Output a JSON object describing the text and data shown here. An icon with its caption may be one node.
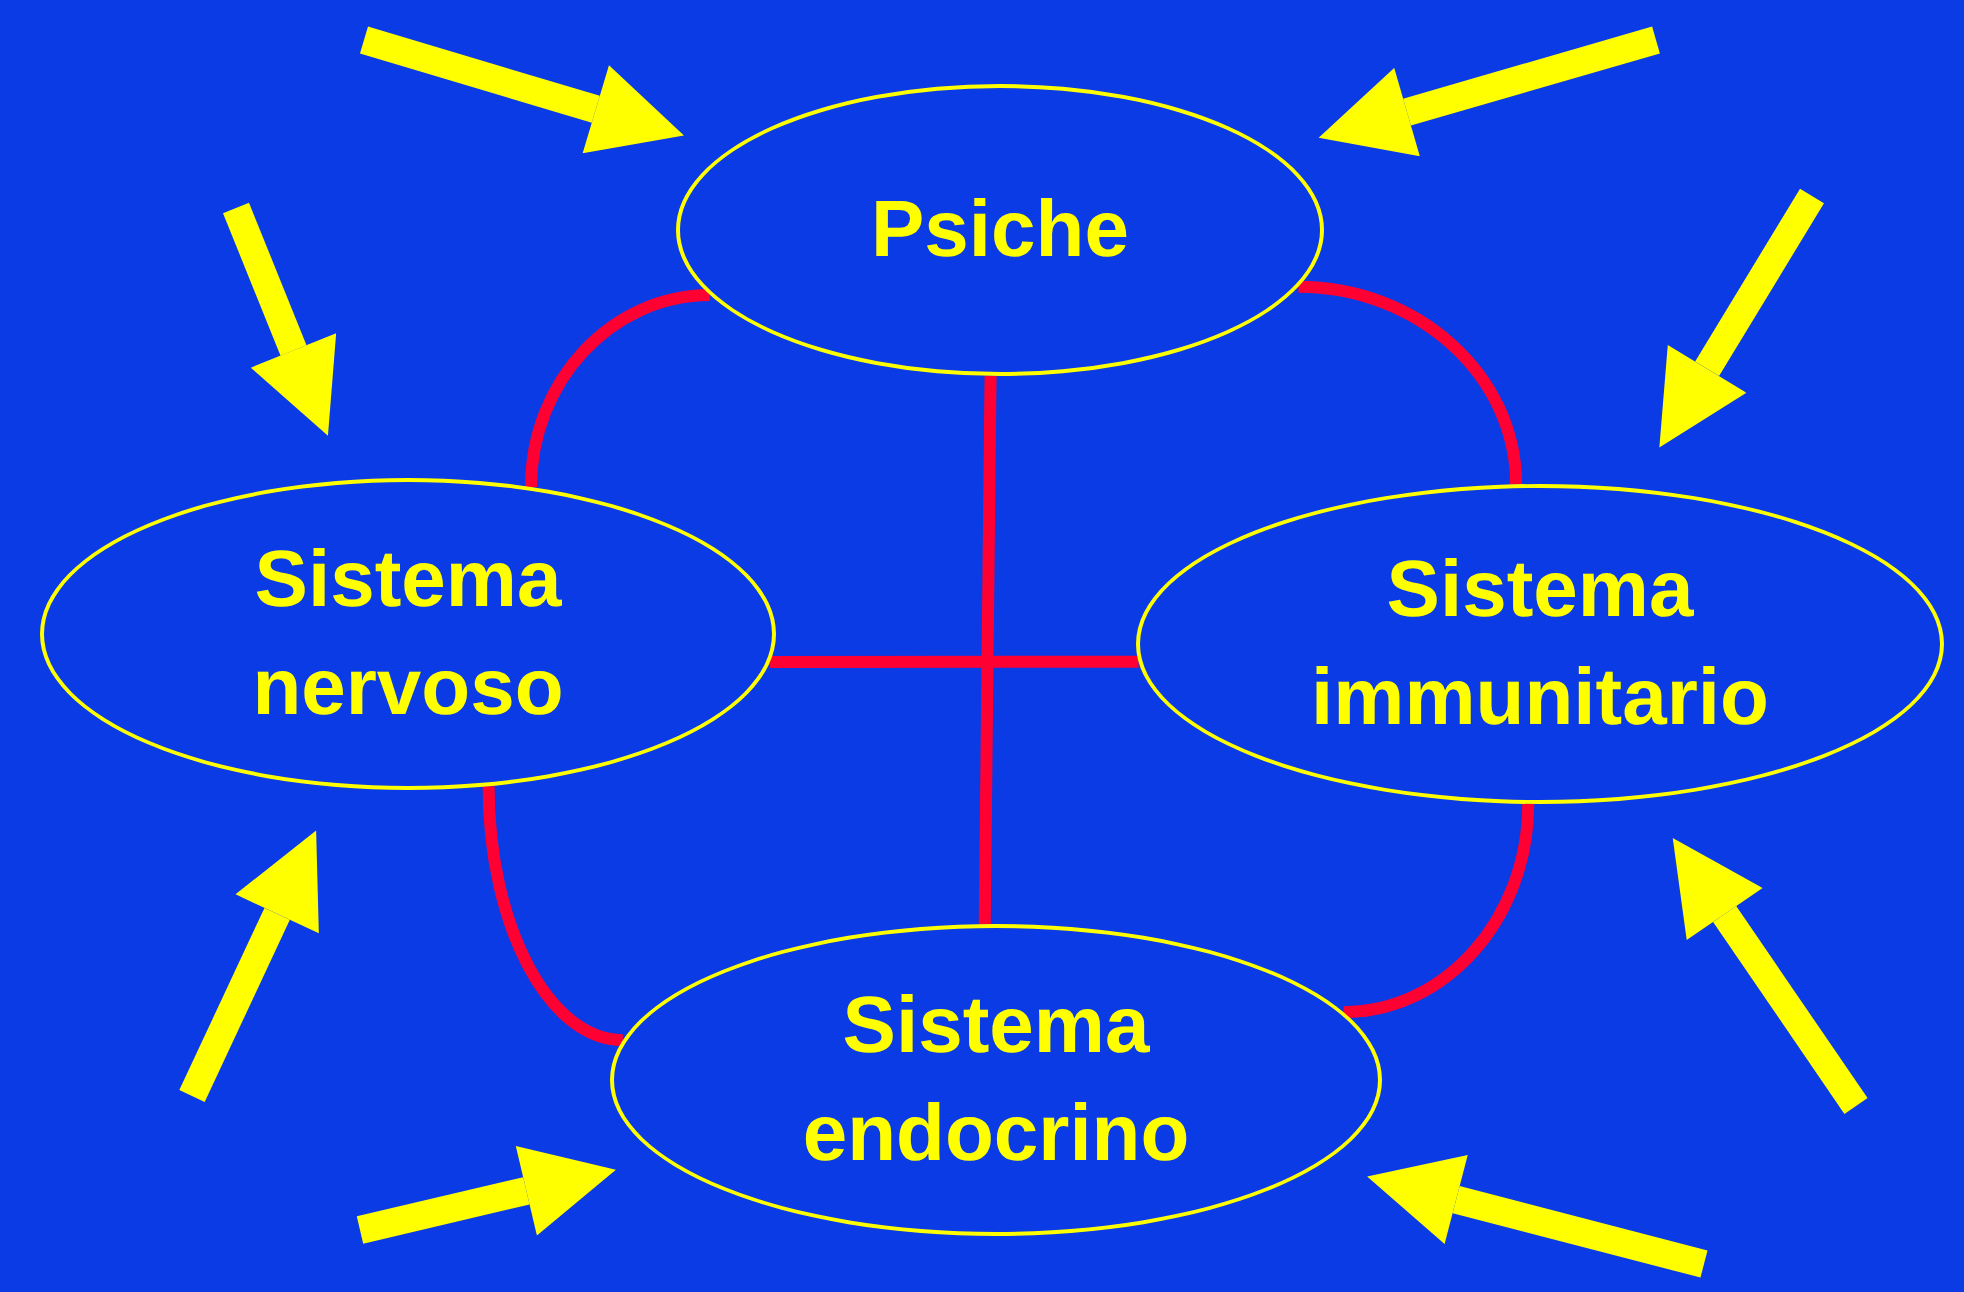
{
  "diagram": {
    "nodes": [
      {
        "text": [
          "Psiche"
        ]
      },
      {
        "text": [
          "Sistema nervoso"
        ]
      },
      {
        "text": [
          "Sistema immunitario"
        ]
      },
      {
        "text": [
          "Sistema endocrino"
        ]
      }
    ],
    "edges": [
      {
        "from": 0,
        "to": 1,
        "arrow": "none",
        "color": "#ff0033"
      },
      {
        "from": 0,
        "to": 2,
        "arrow": "none",
        "color": "#ff0033"
      },
      {
        "from": 1,
        "to": 3,
        "arrow": "none",
        "color": "#ff0033"
      },
      {
        "from": 2,
        "to": 3,
        "arrow": "none",
        "color": "#ff0033"
      },
      {
        "from": 0,
        "to": 3,
        "arrow": "none",
        "color": "#ff0033"
      },
      {
        "from": 1,
        "to": 2,
        "arrow": "none",
        "color": "#ff0033"
      },
      {
        "from": null,
        "to": 0,
        "arrow": "to"
      },
      {
        "from": null,
        "to": 1,
        "arrow": "to"
      },
      {
        "from": null,
        "to": 0,
        "arrow": "to"
      },
      {
        "from": null,
        "to": 2,
        "arrow": "to"
      },
      {
        "from": null,
        "to": 1,
        "arrow": "to"
      },
      {
        "from": null,
        "to": 3,
        "arrow": "to"
      },
      {
        "from": null,
        "to": 2,
        "arrow": "to"
      },
      {
        "from": null,
        "to": 3,
        "arrow": "to"
      }
    ]
  }
}
